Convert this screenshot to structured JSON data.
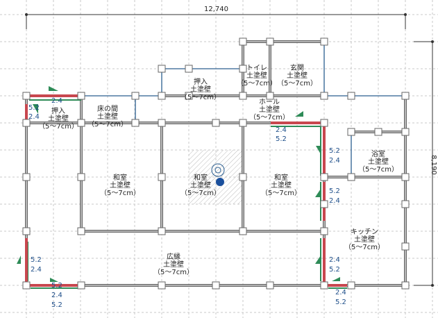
{
  "dimensions": {
    "width": "12,740",
    "height": "8,190"
  },
  "rooms": [
    {
      "name": "押入",
      "wall": "土塗壁",
      "thickness": "（5〜7cm）"
    },
    {
      "name": "床の間",
      "wall": "土塗壁",
      "thickness": "（5〜7cm）"
    },
    {
      "name": "押入",
      "wall": "土塗壁",
      "thickness": "（5〜7cm）"
    },
    {
      "name": "トイレ",
      "wall": "土塗壁",
      "thickness": "（5〜7cm）"
    },
    {
      "name": "玄関",
      "wall": "土塗壁",
      "thickness": "（5〜7cm）"
    },
    {
      "name": "ホール",
      "wall": "土塗壁",
      "thickness": "（5〜7cm）"
    },
    {
      "name": "浴室",
      "wall": "土塗壁",
      "thickness": "（5〜7cm）"
    },
    {
      "name": "和室",
      "wall": "土塗壁",
      "thickness": "（5〜7cm）"
    },
    {
      "name": "和室",
      "wall": "土塗壁",
      "thickness": "（5〜7cm）"
    },
    {
      "name": "和室",
      "wall": "土塗壁",
      "thickness": "（5〜7cm）"
    },
    {
      "name": "キッチン",
      "wall": "土塗壁",
      "thickness": "（5〜7cm）"
    },
    {
      "name": "広縁",
      "wall": "土塗壁",
      "thickness": "（5〜7cm）"
    }
  ],
  "wall_values": [
    "2.4",
    "5.2",
    "2.4",
    "2.4",
    "5.2",
    "5.2",
    "2.4",
    "5.2",
    "2.4",
    "5.2",
    "2.4",
    "5.2",
    "2.4",
    "5.2",
    "2.4",
    "5.2",
    "2.4",
    "5.2"
  ],
  "colors": {
    "red": "#c8474f",
    "green": "#2e8b57",
    "blue": "#2a5d8f",
    "wall": "#333333"
  }
}
